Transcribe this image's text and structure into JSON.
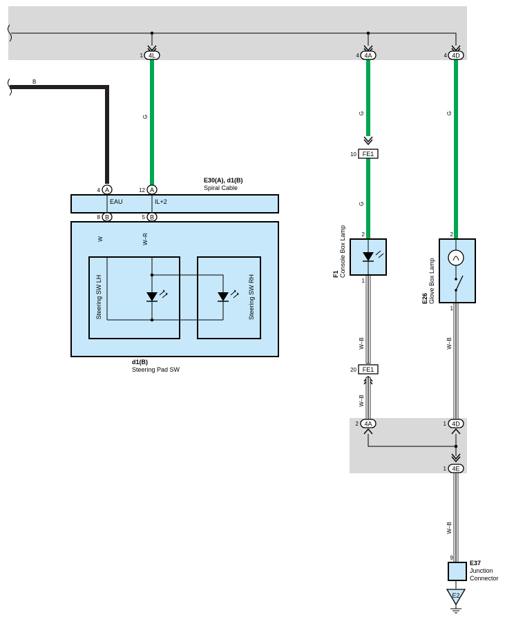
{
  "connectors": {
    "c_4l": "4L",
    "c_4a_top": "4A",
    "c_4d_top": "4D",
    "c_a1": "A",
    "c_a2": "A",
    "c_b1": "B",
    "c_b2": "B",
    "c_fe1_top": "FE1",
    "c_fe1_bot": "FE1",
    "c_4a_bot": "4A",
    "c_4d_bot": "4D",
    "c_4e": "4E"
  },
  "pins": {
    "p_4l": "1",
    "p_4a_top": "4",
    "p_4d_top": "4",
    "p_a1": "4",
    "p_a2": "12",
    "p_b1": "8",
    "p_b2": "5",
    "p_fe1_top": "10",
    "p_fe1_bot": "20",
    "p_f1_in": "2",
    "p_f1_out": "1",
    "p_e26_in": "2",
    "p_e26_out": "1",
    "p_4a_bot": "2",
    "p_4d_bot": "1",
    "p_4e": "1",
    "p_e37": "9"
  },
  "wires": {
    "w_b": "B",
    "w_g1": "G",
    "w_g2": "G",
    "w_g3": "G",
    "w_g4": "G",
    "w_w": "W",
    "w_wr": "W–R",
    "w_wb1": "W–B",
    "w_wb2": "W–B",
    "w_wb3": "W–B",
    "w_wb4": "W–B"
  },
  "components": {
    "spiral_code": "E30(A), d1(B)",
    "spiral_name": "Spiral Cable",
    "spiral_eau": "EAU",
    "spiral_il2": "IL+2",
    "pad_code": "d1(B)",
    "pad_name": "Steering Pad SW",
    "sw_lh": "Steering SW LH",
    "sw_rh": "Steering SW RH",
    "f1_code": "F1",
    "f1_name": "Console Box Lamp",
    "e26_code": "E26",
    "e26_name": "Glove Box Lamp",
    "e37_code": "E37",
    "e37_name1": "Junction",
    "e37_name2": "Connector",
    "ground": "E2"
  },
  "colors": {
    "wire_green": "#00a651",
    "wire_black": "#231f20",
    "wire_red": "#ed1c24",
    "component_fill": "#c7e8fa",
    "junction_block": "#d9d9d9"
  }
}
